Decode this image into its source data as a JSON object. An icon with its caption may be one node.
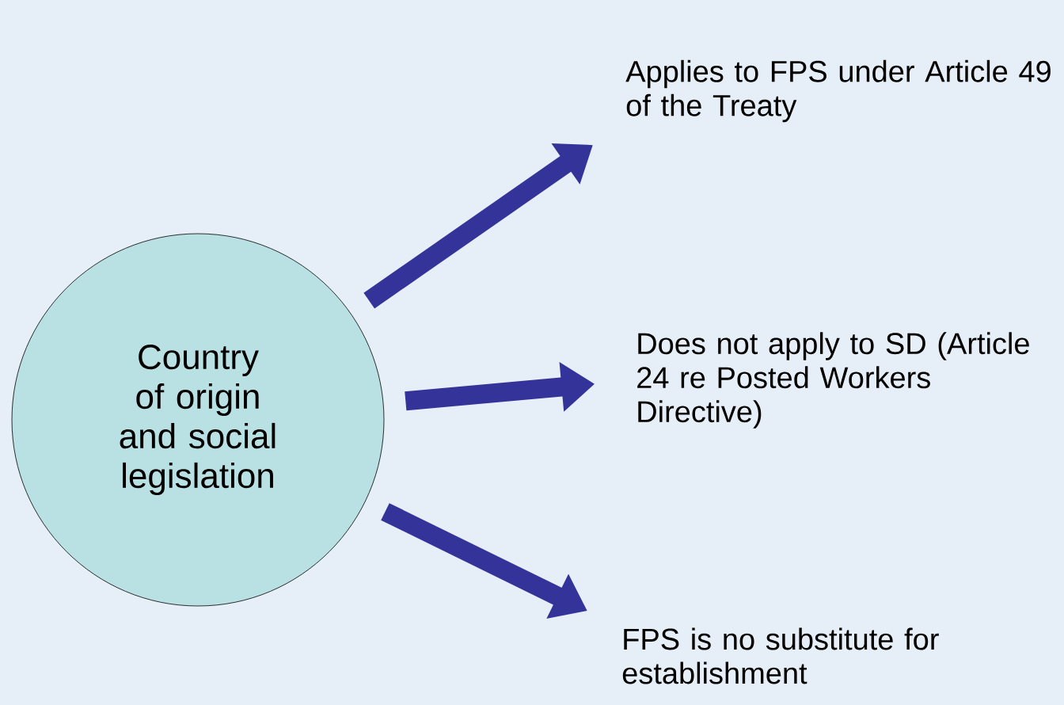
{
  "diagram": {
    "nodes": [
      {
        "text": [
          "Country of origin and social legislation"
        ]
      },
      {
        "text": [
          "Applies to FPS under Article 49 of the Treaty"
        ]
      },
      {
        "text": [
          "Does not apply to SD (Article 24 re Posted Workers Directive)"
        ]
      },
      {
        "text": [
          "FPS is no substitute for establishment"
        ]
      }
    ],
    "edges": [
      {
        "from": 0,
        "to": 1,
        "arrow": "to"
      },
      {
        "from": 0,
        "to": 2,
        "arrow": "to"
      },
      {
        "from": 0,
        "to": 3,
        "arrow": "to"
      }
    ]
  }
}
